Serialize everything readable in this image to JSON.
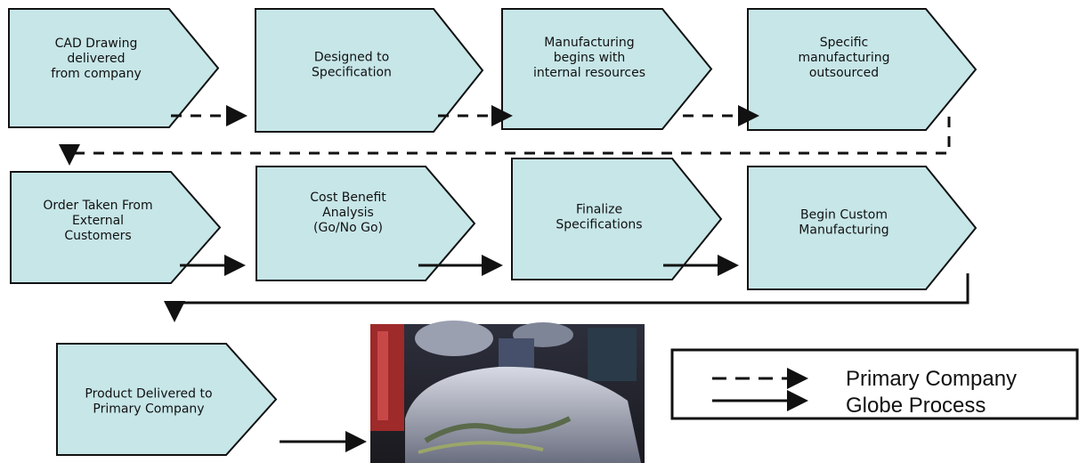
{
  "diagram": {
    "steps": [
      {
        "id": "cad",
        "lines": [
          "CAD Drawing",
          "delivered",
          "from company"
        ]
      },
      {
        "id": "designed",
        "lines": [
          "Designed to",
          "Specification"
        ]
      },
      {
        "id": "mfg-internal",
        "lines": [
          "Manufacturing",
          "begins with",
          "internal resources"
        ]
      },
      {
        "id": "outsourced",
        "lines": [
          "Specific",
          "manufacturing",
          "outsourced"
        ]
      },
      {
        "id": "order",
        "lines": [
          "Order Taken From",
          "External",
          "Customers"
        ]
      },
      {
        "id": "cost-benefit",
        "lines": [
          "Cost Benefit",
          "Analysis",
          "(Go/No Go)"
        ]
      },
      {
        "id": "finalize",
        "lines": [
          "Finalize",
          "Specifications"
        ]
      },
      {
        "id": "custom-mfg",
        "lines": [
          "Begin Custom",
          "Manufacturing"
        ]
      },
      {
        "id": "delivered",
        "lines": [
          "Product Delivered to",
          "Primary Company"
        ]
      }
    ],
    "legend": {
      "primary": "Primary Company",
      "globe": "Globe Process"
    }
  },
  "colors": {
    "shape_fill": "#c7e6e8",
    "stroke": "#111111"
  }
}
